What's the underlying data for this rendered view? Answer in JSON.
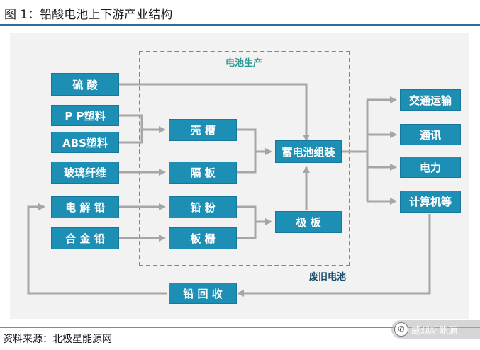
{
  "title": "图 1：铅酸电池上下游产业结构",
  "source": "资料来源：北极星能源网",
  "diagram": {
    "production_label": "电池生产",
    "waste_label": "废旧电池",
    "nodes": {
      "sulfuric_acid": "硫 酸",
      "pp_plastic": "P P塑料",
      "abs_plastic": "ABS塑料",
      "glass_fiber": "玻璃纤维",
      "electrolytic_lead": "电 解 铅",
      "alloy_lead": "合 金 铅",
      "shell": "壳 槽",
      "separator": "隔 板",
      "lead_powder": "铅 粉",
      "grid": "板 栅",
      "plate": "极 板",
      "battery_assembly": "蓄电池组装",
      "transport": "交通运输",
      "communication": "通讯",
      "power": "电力",
      "computer": "计算机等",
      "lead_recycling": "铅 回 收"
    }
  },
  "watermark": {
    "text": "威观新能源",
    "icon": "wechat-icon"
  },
  "colors": {
    "box": "#1d8fb5",
    "dashed": "#3aa6a0",
    "arrow": "#a6a6a6"
  }
}
